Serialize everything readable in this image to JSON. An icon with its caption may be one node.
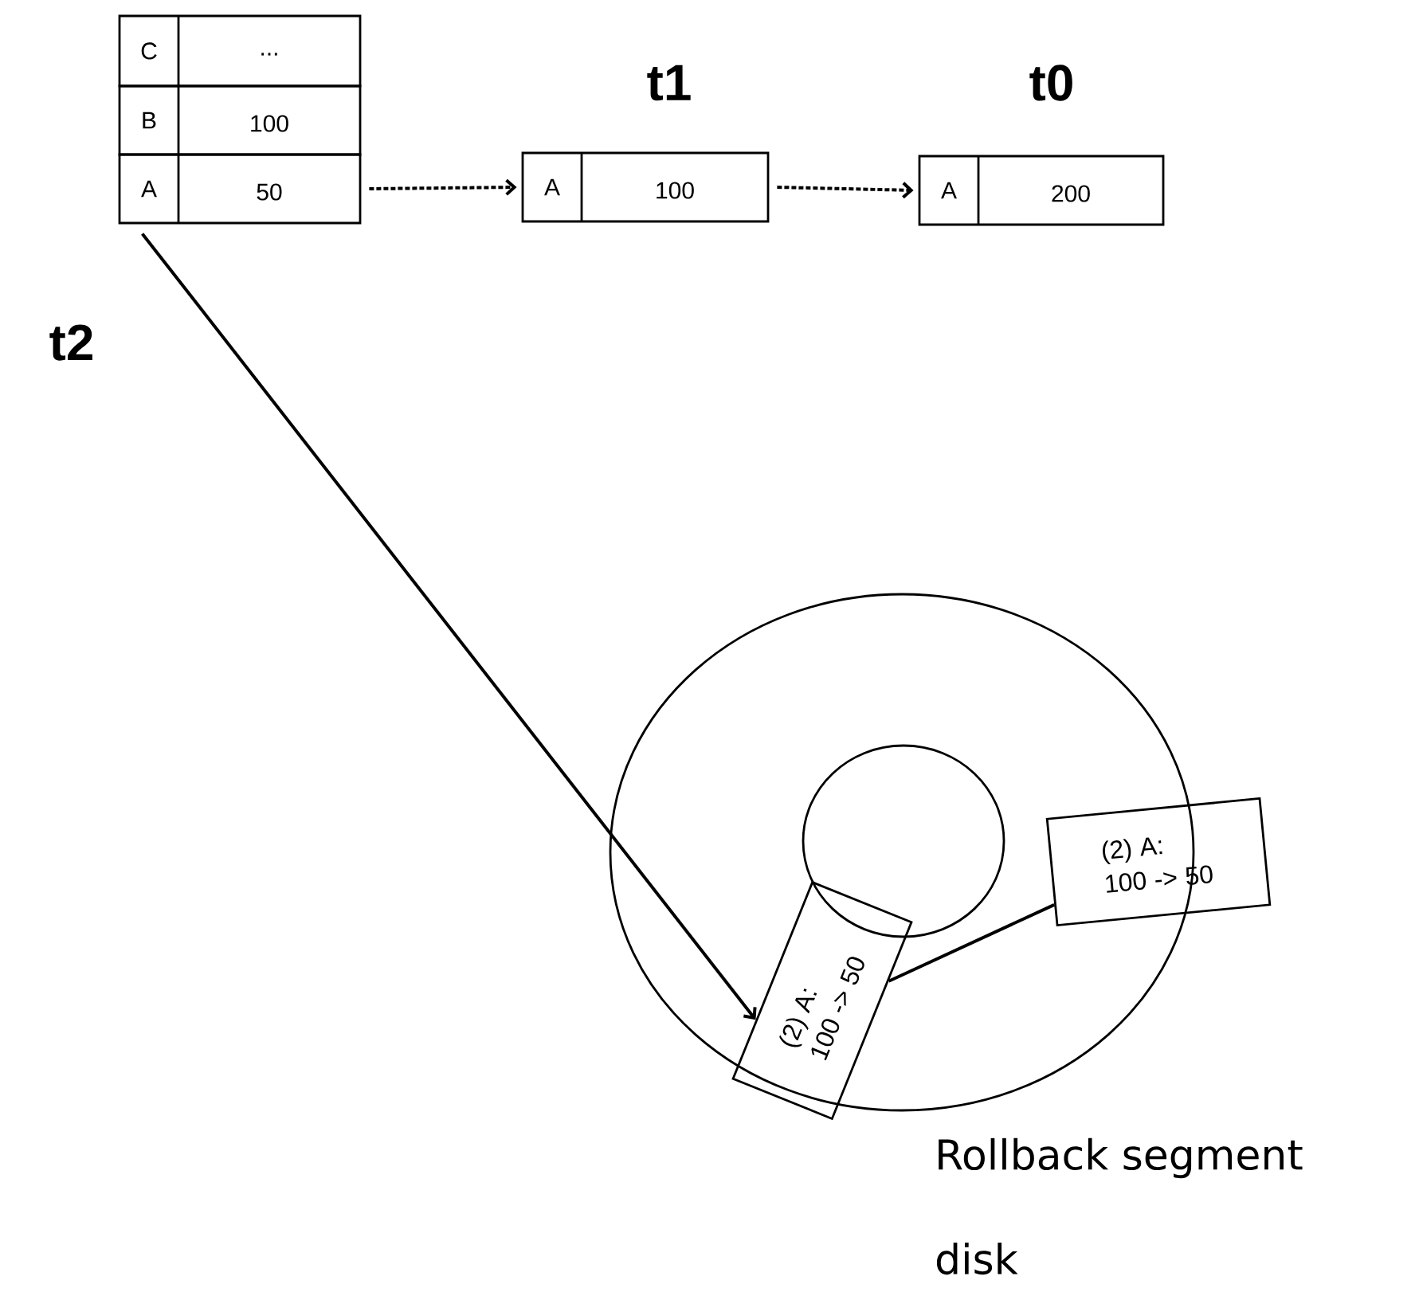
{
  "diagram": {
    "nodes": [
      {
        "text": [
          "C",
          "..."
        ]
      },
      {
        "text": [
          "B",
          "100"
        ]
      },
      {
        "text": [
          "A",
          "50"
        ],
        "beside": [
          "t2"
        ]
      },
      {
        "text": [
          "A",
          "100"
        ],
        "beside": [
          "t1"
        ]
      },
      {
        "text": [
          "A",
          "200"
        ],
        "beside": [
          "t0"
        ]
      },
      {
        "text": [
          "(2) A: 100 -> 50"
        ]
      },
      {
        "text": [
          "(2) A: 100 -> 50"
        ]
      }
    ],
    "edges": [
      {
        "from": 2,
        "to": 3,
        "arrow": "to",
        "style": "dashed"
      },
      {
        "from": 3,
        "to": 4,
        "arrow": "to",
        "style": "dashed"
      },
      {
        "from": 2,
        "to": 5,
        "arrow": "to"
      },
      {
        "from": 5,
        "to": 6,
        "arrow": "none"
      }
    ],
    "labels": [
      "Rollback segment",
      "disk"
    ]
  }
}
